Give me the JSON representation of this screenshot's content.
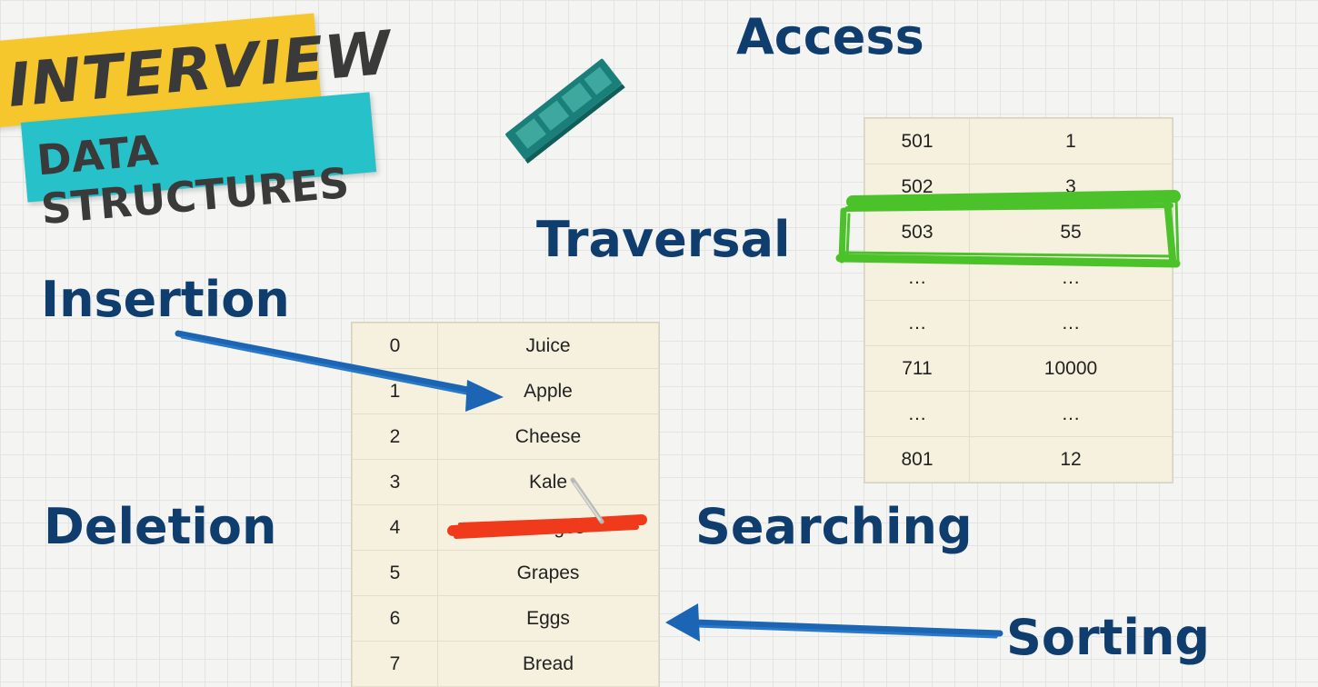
{
  "logo": {
    "line1": "INTERVIEW",
    "line2": "DATA STRUCTURES"
  },
  "headings": {
    "access": "Access",
    "traversal": "Traversal",
    "insertion": "Insertion",
    "deletion": "Deletion",
    "searching": "Searching",
    "sorting": "Sorting"
  },
  "memory_table": {
    "rows": [
      [
        "501",
        "1"
      ],
      [
        "502",
        "3"
      ],
      [
        "503",
        "55"
      ],
      [
        "…",
        "…"
      ],
      [
        "…",
        "…"
      ],
      [
        "711",
        "10000"
      ],
      [
        "…",
        "…"
      ],
      [
        "801",
        "12"
      ]
    ],
    "highlight_row": 2,
    "highlight_color": "#4cc22a"
  },
  "array_table": {
    "rows": [
      [
        "0",
        "Juice"
      ],
      [
        "1",
        "Apple"
      ],
      [
        "2",
        "Cheese"
      ],
      [
        "3",
        "Kale"
      ],
      [
        "4",
        "Oranges"
      ],
      [
        "5",
        "Grapes"
      ],
      [
        "6",
        "Eggs"
      ],
      [
        "7",
        "Bread"
      ]
    ],
    "struck_row": 4,
    "strike_color": "#ef3b1c"
  },
  "colors": {
    "heading": "#0e3d6e",
    "arrow": "#1c64b4",
    "logo_yellow": "#f6c72c",
    "logo_teal": "#26c1c9",
    "ram_green": "#1a7f78"
  },
  "icons": [
    "ram-stick-icon"
  ]
}
